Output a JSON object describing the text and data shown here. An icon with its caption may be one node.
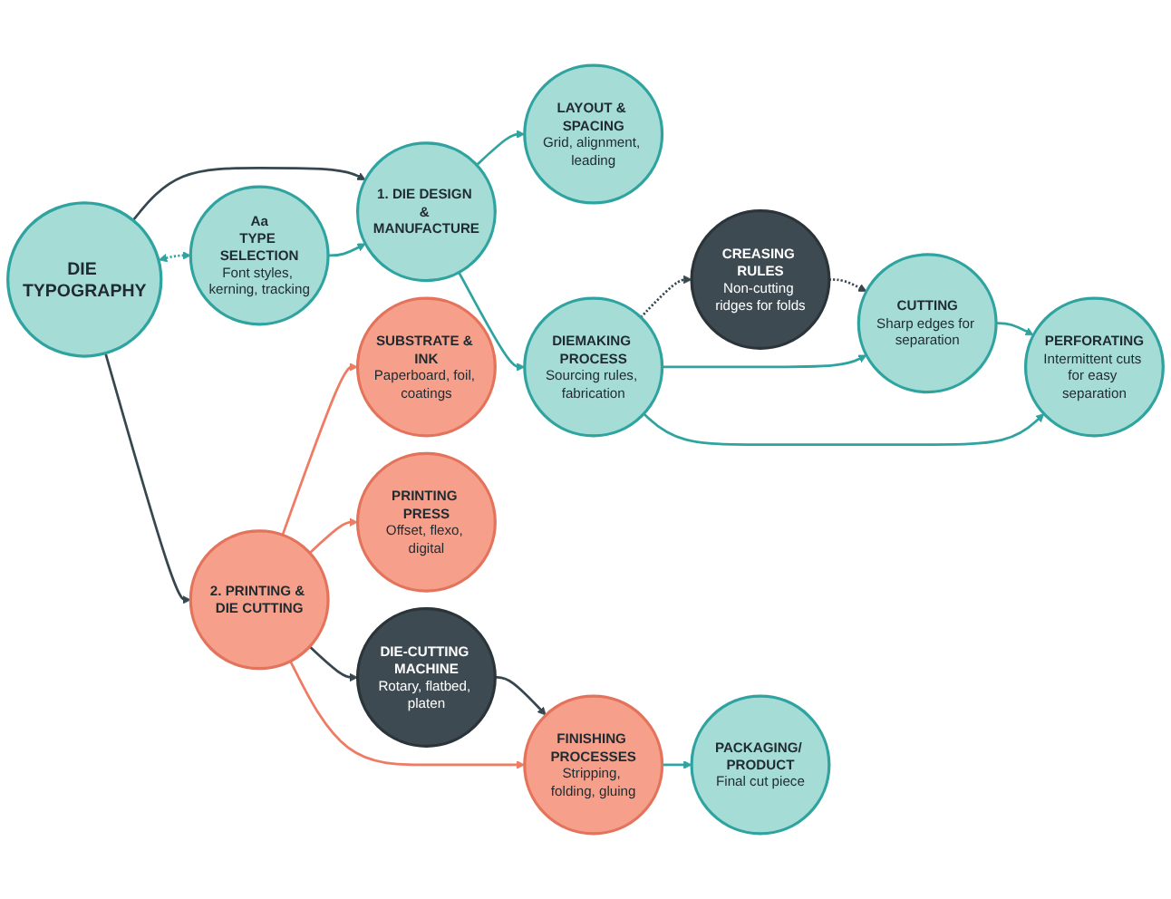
{
  "diagram": {
    "nodes": [
      {
        "text": [
          "DIE TYPOGRAPHY"
        ]
      },
      {
        "text": [
          "1. DIE DESIGN & MANUFACTURE"
        ]
      },
      {
        "text": [
          "Aa",
          "TYPE SELECTION",
          "Font styles, kerning, tracking"
        ]
      },
      {
        "text": [
          "LAYOUT & SPACING",
          "Grid, alignment, leading"
        ]
      },
      {
        "text": [
          "DIEMAKING PROCESS",
          "Sourcing rules, fabrication"
        ]
      },
      {
        "text": [
          "CREASING RULES",
          "Non-cutting ridges for folds"
        ]
      },
      {
        "text": [
          "CUTTING",
          "Sharp edges for separation"
        ]
      },
      {
        "text": [
          "PERFORATING",
          "Intermittent cuts for easy separation"
        ]
      },
      {
        "text": [
          "2. PRINTING & DIE CUTTING"
        ]
      },
      {
        "text": [
          "SUBSTRATE & INK",
          "Paperboard, foil, coatings"
        ]
      },
      {
        "text": [
          "PRINTING PRESS",
          "Offset, flexo, digital"
        ]
      },
      {
        "text": [
          "DIE-CUTTING MACHINE",
          "Rotary, flatbed, platen"
        ]
      },
      {
        "text": [
          "FINISHING PROCESSES",
          "Stripping, folding, gluing"
        ]
      },
      {
        "text": [
          "PACKAGING/ PRODUCT",
          "Final cut piece"
        ]
      }
    ],
    "edges": [
      {
        "from": 0,
        "to": 1,
        "arrow": "to",
        "color": "#37474f"
      },
      {
        "from": 0,
        "to": 2,
        "arrow": "both",
        "style": "dashed"
      },
      {
        "from": 2,
        "to": 1,
        "arrow": "to"
      },
      {
        "from": 1,
        "to": 3,
        "arrow": "to"
      },
      {
        "from": 1,
        "to": 4,
        "arrow": "to"
      },
      {
        "from": 4,
        "to": 5,
        "arrow": "to",
        "style": "dashed",
        "color": "#37474f"
      },
      {
        "from": 4,
        "to": 6,
        "arrow": "to"
      },
      {
        "from": 4,
        "to": 7,
        "arrow": "to"
      },
      {
        "from": 5,
        "to": 6,
        "arrow": "to",
        "style": "dashed",
        "color": "#37474f"
      },
      {
        "from": 6,
        "to": 7,
        "arrow": "to"
      },
      {
        "from": 0,
        "to": 8,
        "arrow": "to",
        "color": "#37474f"
      },
      {
        "from": 8,
        "to": 9,
        "arrow": "to",
        "color": "#ee7b62"
      },
      {
        "from": 8,
        "to": 10,
        "arrow": "to",
        "color": "#ee7b62"
      },
      {
        "from": 8,
        "to": 11,
        "arrow": "to",
        "color": "#37474f"
      },
      {
        "from": 8,
        "to": 12,
        "arrow": "to",
        "color": "#ee7b62"
      },
      {
        "from": 11,
        "to": 12,
        "arrow": "to",
        "color": "#37474f"
      },
      {
        "from": 12,
        "to": 13,
        "arrow": "to"
      }
    ]
  }
}
